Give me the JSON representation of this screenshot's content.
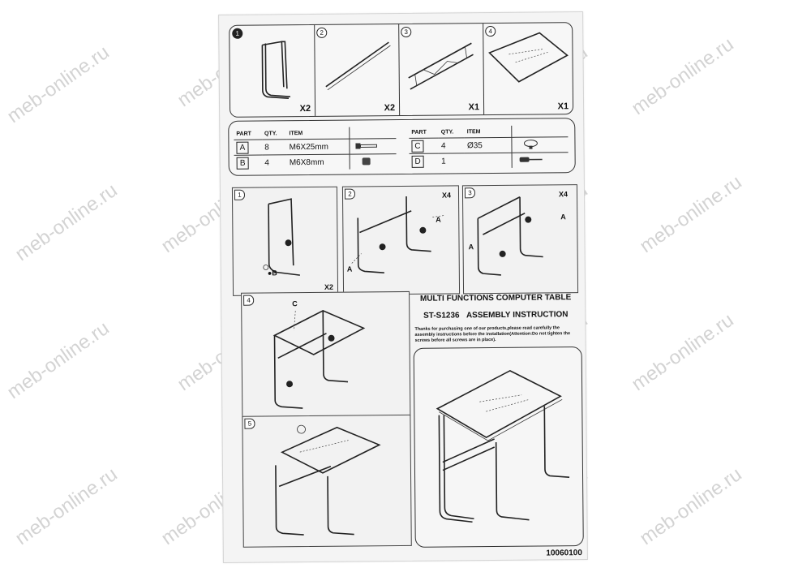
{
  "parts": [
    {
      "number": "1",
      "qty": "X2"
    },
    {
      "number": "2",
      "qty": "X2"
    },
    {
      "number": "3",
      "qty": "X1"
    },
    {
      "number": "4",
      "qty": "X1"
    }
  ],
  "hardware": {
    "headers": {
      "part": "PART",
      "qty": "QTY.",
      "item": "ITEM"
    },
    "left_rows": [
      {
        "part": "A",
        "qty": "8",
        "item": "M6X25mm",
        "icon": "bolt-icon"
      },
      {
        "part": "B",
        "qty": "4",
        "item": "M6X8mm",
        "icon": "foot-cap-icon"
      }
    ],
    "right_rows": [
      {
        "part": "C",
        "qty": "4",
        "item": "Ø35",
        "icon": "suction-cup-icon"
      },
      {
        "part": "D",
        "qty": "1",
        "item": "",
        "icon": "screwdriver-icon"
      }
    ]
  },
  "steps": [
    {
      "number": "1",
      "labels": {
        "b": "B",
        "qty": "X2"
      }
    },
    {
      "number": "2",
      "labels": {
        "a1": "A",
        "a2": "A",
        "x4": "X4"
      }
    },
    {
      "number": "3",
      "labels": {
        "a1": "A",
        "a2": "A",
        "x4": "X4"
      }
    },
    {
      "number": "4",
      "labels": {
        "c": "C"
      }
    },
    {
      "number": "5",
      "labels": {}
    }
  ],
  "info": {
    "title": "MULTI FUNCTIONS COMPUTER TABLE",
    "model": "ST-S1236",
    "subtitle": "ASSEMBLY INSTRUCTION",
    "description": "Thanks for purchasing one of our products,please read carefully the assembly instructions before the installation(Attention:Do not tighten the screws before all screws are in place)."
  },
  "doc_code": "10060100",
  "watermark": "meb-online.ru"
}
